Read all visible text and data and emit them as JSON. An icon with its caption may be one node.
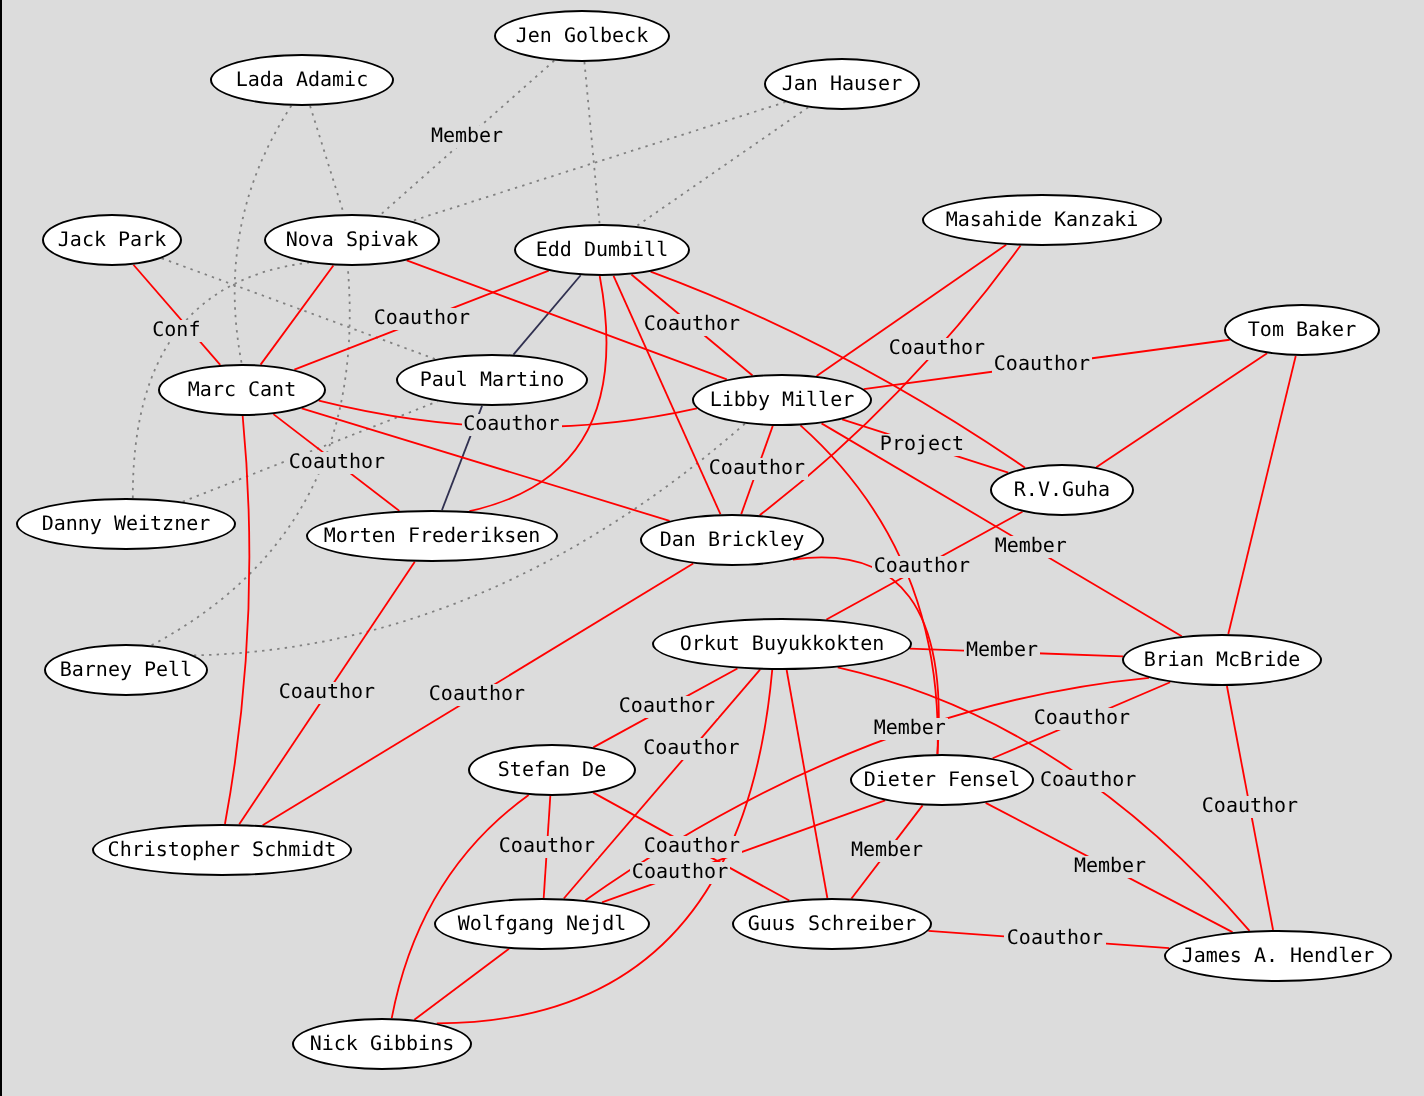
{
  "diagram": {
    "nodes": [
      {
        "text": [
          "Jen Golbeck"
        ]
      },
      {
        "text": [
          "Lada Adamic"
        ]
      },
      {
        "text": [
          "Jan Hauser"
        ]
      },
      {
        "text": [
          "Masahide Kanzaki"
        ]
      },
      {
        "text": [
          "Jack Park"
        ]
      },
      {
        "text": [
          "Nova Spivak"
        ]
      },
      {
        "text": [
          "Edd Dumbill"
        ]
      },
      {
        "text": [
          "Tom Baker"
        ]
      },
      {
        "text": [
          "Marc Cant"
        ]
      },
      {
        "text": [
          "Paul Martino"
        ]
      },
      {
        "text": [
          "Danny Weitzner"
        ]
      },
      {
        "text": [
          "Libby Miller"
        ]
      },
      {
        "text": [
          "Morten Frederiksen"
        ]
      },
      {
        "text": [
          "R.V.Guha"
        ]
      },
      {
        "text": [
          "Dan Brickley"
        ]
      },
      {
        "text": [
          "Orkut Buyukkokten"
        ]
      },
      {
        "text": [
          "Barney Pell"
        ]
      },
      {
        "text": [
          "Brian McBride"
        ]
      },
      {
        "text": [
          "Stefan De"
        ]
      },
      {
        "text": [
          "Dieter Fensel"
        ]
      },
      {
        "text": [
          "Christopher Schmidt"
        ]
      },
      {
        "text": [
          "Guus Schreiber"
        ]
      },
      {
        "text": [
          "Wolfgang Nejdl"
        ]
      },
      {
        "text": [
          "James A. Hendler"
        ]
      },
      {
        "text": [
          "Nick Gibbins"
        ]
      }
    ],
    "edges": [
      {
        "from": 1,
        "to": 5,
        "arrow": "none",
        "style": "dashed",
        "color": "#808080"
      },
      {
        "from": 1,
        "to": 8,
        "arrow": "none",
        "style": "dashed",
        "color": "#808080"
      },
      {
        "from": 0,
        "to": 5,
        "arrow": "none",
        "style": "dashed",
        "color": "#808080",
        "label": "Member"
      },
      {
        "from": 0,
        "to": 6,
        "arrow": "none",
        "style": "dashed",
        "color": "#808080"
      },
      {
        "from": 2,
        "to": 5,
        "arrow": "none",
        "style": "dashed",
        "color": "#808080"
      },
      {
        "from": 2,
        "to": 6,
        "arrow": "none",
        "style": "dashed",
        "color": "#808080"
      },
      {
        "from": 4,
        "to": 9,
        "arrow": "none",
        "style": "dashed",
        "color": "#808080"
      },
      {
        "from": 10,
        "to": 5,
        "arrow": "none",
        "style": "dashed",
        "color": "#808080",
        "label": "Conf"
      },
      {
        "from": 10,
        "to": 9,
        "arrow": "none",
        "style": "dashed",
        "color": "#808080"
      },
      {
        "from": 16,
        "to": 5,
        "arrow": "none",
        "style": "dashed",
        "color": "#808080"
      },
      {
        "from": 16,
        "to": 11,
        "arrow": "none",
        "style": "dashed",
        "color": "#808080"
      },
      {
        "from": 6,
        "to": 9,
        "arrow": "none",
        "color": "#303050"
      },
      {
        "from": 9,
        "to": 12,
        "arrow": "none",
        "color": "#303050"
      },
      {
        "from": 4,
        "to": 8,
        "arrow": "none"
      },
      {
        "from": 5,
        "to": 8,
        "arrow": "none"
      },
      {
        "from": 5,
        "to": 11,
        "arrow": "none"
      },
      {
        "from": 6,
        "to": 8,
        "arrow": "none",
        "label": "Coauthor"
      },
      {
        "from": 6,
        "to": 11,
        "arrow": "none",
        "label": "Coauthor"
      },
      {
        "from": 6,
        "to": 12,
        "arrow": "none"
      },
      {
        "from": 6,
        "to": 14,
        "arrow": "none"
      },
      {
        "from": 6,
        "to": 13,
        "arrow": "none"
      },
      {
        "from": 3,
        "to": 11,
        "arrow": "none"
      },
      {
        "from": 3,
        "to": 14,
        "arrow": "none",
        "label": "Coauthor"
      },
      {
        "from": 7,
        "to": 11,
        "arrow": "none",
        "label": "Coauthor"
      },
      {
        "from": 7,
        "to": 13,
        "arrow": "none"
      },
      {
        "from": 7,
        "to": 17,
        "arrow": "none"
      },
      {
        "from": 8,
        "to": 12,
        "arrow": "none",
        "label": "Coauthor"
      },
      {
        "from": 8,
        "to": 11,
        "arrow": "none",
        "label": "Coauthor"
      },
      {
        "from": 8,
        "to": 14,
        "arrow": "none"
      },
      {
        "from": 20,
        "to": 8,
        "arrow": "none"
      },
      {
        "from": 20,
        "to": 12,
        "arrow": "none",
        "label": "Coauthor"
      },
      {
        "from": 20,
        "to": 14,
        "arrow": "none",
        "label": "Coauthor"
      },
      {
        "from": 11,
        "to": 14,
        "arrow": "none",
        "label": "Coauthor"
      },
      {
        "from": 11,
        "to": 13,
        "arrow": "none",
        "label": "Project"
      },
      {
        "from": 13,
        "to": 15,
        "arrow": "none",
        "label": "Coauthor"
      },
      {
        "from": 11,
        "to": 17,
        "arrow": "none",
        "label": "Member"
      },
      {
        "from": 15,
        "to": 17,
        "arrow": "none",
        "label": "Member"
      },
      {
        "from": 15,
        "to": 18,
        "arrow": "none",
        "label": "Coauthor"
      },
      {
        "from": 15,
        "to": 22,
        "arrow": "none",
        "label": "Coauthor"
      },
      {
        "from": 15,
        "to": 21,
        "arrow": "none"
      },
      {
        "from": 15,
        "to": 23,
        "arrow": "none",
        "label": "Coauthor"
      },
      {
        "from": 19,
        "to": 17,
        "arrow": "none",
        "label": "Coauthor"
      },
      {
        "from": 18,
        "to": 22,
        "arrow": "none",
        "label": "Coauthor"
      },
      {
        "from": 24,
        "to": 22,
        "arrow": "none"
      },
      {
        "from": 24,
        "to": 15,
        "arrow": "none"
      },
      {
        "from": 24,
        "to": 18,
        "arrow": "none"
      },
      {
        "from": 19,
        "to": 21,
        "arrow": "none",
        "label": "Member"
      },
      {
        "from": 19,
        "to": 23,
        "arrow": "none",
        "label": "Member"
      },
      {
        "from": 18,
        "to": 21,
        "arrow": "none",
        "label": "Coauthor"
      },
      {
        "from": 17,
        "to": 23,
        "arrow": "none",
        "label": "Coauthor"
      },
      {
        "from": 17,
        "to": 22,
        "arrow": "none",
        "label": "Member"
      },
      {
        "from": 21,
        "to": 23,
        "arrow": "none",
        "label": "Coauthor"
      },
      {
        "from": 19,
        "to": 22,
        "arrow": "none",
        "label": "Coauthor"
      },
      {
        "from": 14,
        "to": 19,
        "arrow": "none"
      },
      {
        "from": 11,
        "to": 19,
        "arrow": "none"
      }
    ]
  }
}
